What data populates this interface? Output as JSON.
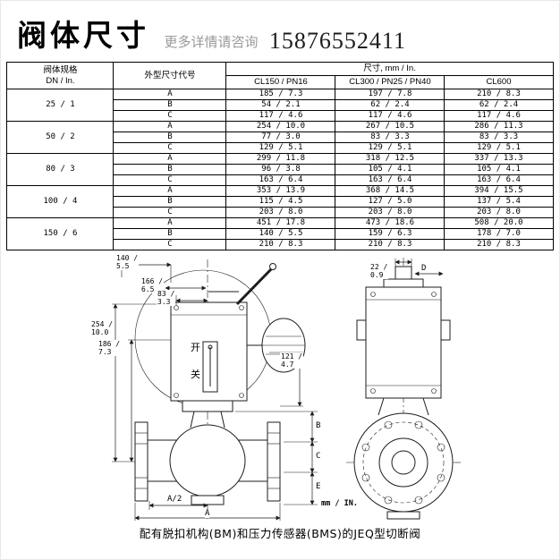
{
  "header": {
    "title": "阀体尺寸",
    "subtitle": "更多详情请咨询",
    "phone": "15876552411"
  },
  "table": {
    "spec_header": "阀体规格\nDN / In.",
    "code_header": "外型尺寸代号",
    "size_header": "尺寸, mm / In.",
    "class_headers": [
      "CL150 / PN16",
      "CL300 / PN25 / PN40",
      "CL600"
    ],
    "groups": [
      {
        "dn": "25 / 1",
        "rows": [
          {
            "code": "A",
            "values": [
              "185 / 7.3",
              "197 / 7.8",
              "210 / 8.3"
            ]
          },
          {
            "code": "B",
            "values": [
              "54 / 2.1",
              "62 / 2.4",
              "62 / 2.4"
            ]
          },
          {
            "code": "C",
            "values": [
              "117 / 4.6",
              "117 / 4.6",
              "117 / 4.6"
            ]
          }
        ]
      },
      {
        "dn": "50 / 2",
        "rows": [
          {
            "code": "A",
            "values": [
              "254 / 10.0",
              "267 / 10.5",
              "286 / 11.3"
            ]
          },
          {
            "code": "B",
            "values": [
              "77 / 3.0",
              "83 / 3.3",
              "83 / 3.3"
            ]
          },
          {
            "code": "C",
            "values": [
              "129 / 5.1",
              "129 / 5.1",
              "129 / 5.1"
            ]
          }
        ]
      },
      {
        "dn": "80 / 3",
        "rows": [
          {
            "code": "A",
            "values": [
              "299 / 11.8",
              "318 / 12.5",
              "337 / 13.3"
            ]
          },
          {
            "code": "B",
            "values": [
              "96 / 3.8",
              "105 / 4.1",
              "105 / 4.1"
            ]
          },
          {
            "code": "C",
            "values": [
              "163 / 6.4",
              "163 / 6.4",
              "163 / 6.4"
            ]
          }
        ]
      },
      {
        "dn": "100 / 4",
        "rows": [
          {
            "code": "A",
            "values": [
              "353 / 13.9",
              "368 / 14.5",
              "394 / 15.5"
            ]
          },
          {
            "code": "B",
            "values": [
              "115 / 4.5",
              "127 / 5.0",
              "137 / 5.4"
            ]
          },
          {
            "code": "C",
            "values": [
              "203 / 8.0",
              "203 / 8.0",
              "203 / 8.0"
            ]
          }
        ]
      },
      {
        "dn": "150 / 6",
        "rows": [
          {
            "code": "A",
            "values": [
              "451 / 17.8",
              "473 / 18.6",
              "508 / 20.0"
            ]
          },
          {
            "code": "B",
            "values": [
              "140 / 5.5",
              "159 / 6.3",
              "178 / 7.0"
            ]
          },
          {
            "code": "C",
            "values": [
              "210 / 8.3",
              "210 / 8.3",
              "210 / 8.3"
            ]
          }
        ]
      }
    ]
  },
  "drawing": {
    "dims": {
      "d140": "140 /\n5.5",
      "d166": "166 /\n6.5",
      "d83": "83 /\n3.3",
      "d254": "254 /\n10.0",
      "d186": "186 /\n7.3",
      "d121": "121 /\n4.7",
      "d22": "22 /\n0.9",
      "open_label": "开",
      "close_label": "关",
      "a_half": "A/2",
      "a": "A",
      "b": "B",
      "c": "C",
      "d": "D",
      "e": "E",
      "units": "mm / IN."
    },
    "caption": "配有脱扣机构(BM)和压力传感器(BMS)的JEQ型切断阀"
  }
}
